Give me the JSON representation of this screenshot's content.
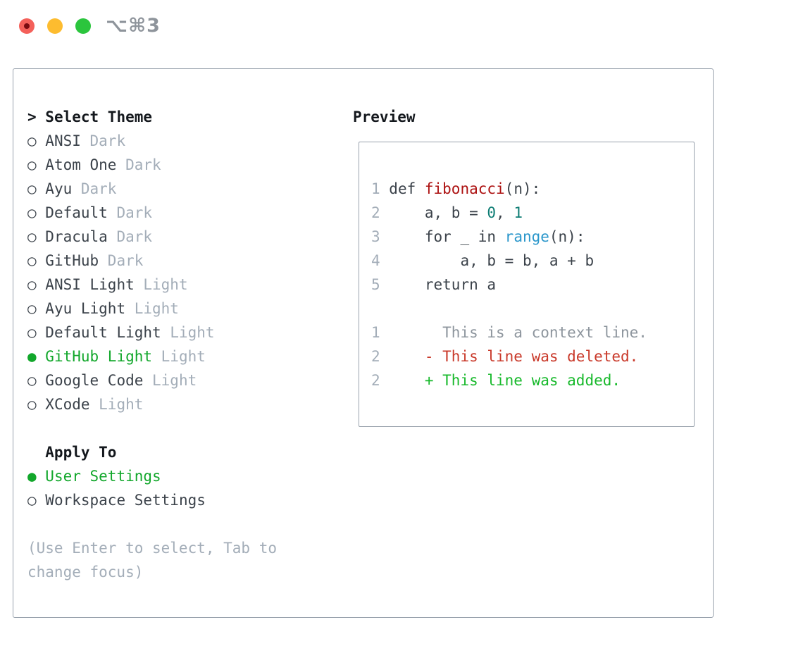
{
  "window": {
    "shortcut": "⌥⌘3",
    "traffic_lights": [
      {
        "name": "close",
        "color": "#f4605a"
      },
      {
        "name": "minimize",
        "color": "#fdbc2f"
      },
      {
        "name": "zoom",
        "color": "#2bc53d"
      }
    ]
  },
  "theme_panel": {
    "title_prefix": "> ",
    "title": "Select Theme",
    "marker_selected": "● ",
    "marker_unselected": "○ ",
    "themes": [
      {
        "name": "ANSI",
        "variant": " Dark",
        "selected": false
      },
      {
        "name": "Atom One",
        "variant": " Dark",
        "selected": false
      },
      {
        "name": "Ayu",
        "variant": " Dark",
        "selected": false
      },
      {
        "name": "Default",
        "variant": " Dark",
        "selected": false
      },
      {
        "name": "Dracula",
        "variant": " Dark",
        "selected": false
      },
      {
        "name": "GitHub",
        "variant": " Dark",
        "selected": false
      },
      {
        "name": "ANSI Light",
        "variant": " Light",
        "selected": false
      },
      {
        "name": "Ayu Light",
        "variant": " Light",
        "selected": false
      },
      {
        "name": "Default Light",
        "variant": " Light",
        "selected": false
      },
      {
        "name": "GitHub Light",
        "variant": " Light",
        "selected": true
      },
      {
        "name": "Google Code",
        "variant": " Light",
        "selected": false
      },
      {
        "name": "XCode",
        "variant": " Light",
        "selected": false
      }
    ],
    "apply_to": {
      "title": "Apply To",
      "options": [
        {
          "label": "User Settings",
          "selected": true
        },
        {
          "label": "Workspace Settings",
          "selected": false
        }
      ]
    },
    "hint": "(Use Enter to select, Tab to change focus)"
  },
  "preview": {
    "title": "Preview",
    "lines": [
      {
        "tokens": [
          [
            "1 ",
            "gutter"
          ],
          [
            "def ",
            "code"
          ],
          [
            "fibonacci",
            "func"
          ],
          [
            "(n):",
            "code"
          ]
        ]
      },
      {
        "tokens": [
          [
            "2 ",
            "gutter"
          ],
          [
            "    a, b = ",
            "code"
          ],
          [
            "0",
            "num"
          ],
          [
            ", ",
            "code"
          ],
          [
            "1",
            "num"
          ]
        ]
      },
      {
        "tokens": [
          [
            "3 ",
            "gutter"
          ],
          [
            "    for _ in ",
            "code"
          ],
          [
            "range",
            "builtin"
          ],
          [
            "(n):",
            "code"
          ]
        ]
      },
      {
        "tokens": [
          [
            "4 ",
            "gutter"
          ],
          [
            "        a, b = b, a + b",
            "code"
          ]
        ]
      },
      {
        "tokens": [
          [
            "5 ",
            "gutter"
          ],
          [
            "    return a",
            "code"
          ]
        ]
      },
      {
        "tokens": []
      },
      {
        "tokens": [
          [
            "1 ",
            "gutter"
          ],
          [
            "      This is a context line.",
            "context"
          ]
        ]
      },
      {
        "tokens": [
          [
            "2 ",
            "gutter"
          ],
          [
            "    ",
            "code"
          ],
          [
            "- This line was deleted.",
            "del"
          ]
        ]
      },
      {
        "tokens": [
          [
            "2 ",
            "gutter"
          ],
          [
            "    ",
            "code"
          ],
          [
            "+ This line was added.",
            "add"
          ]
        ]
      }
    ]
  },
  "colors": {
    "text_dark": "#3b424a",
    "muted_gray": "#a3adb8",
    "panel_border": "#99a2ad",
    "accent_green": "#12a72b",
    "function_red": "#ad1212",
    "number_teal": "#0e7d74",
    "builtin_blue": "#2b97cb",
    "context_gray": "#8d959d",
    "deleted_red": "#c9392a",
    "added_green": "#17b92b"
  }
}
